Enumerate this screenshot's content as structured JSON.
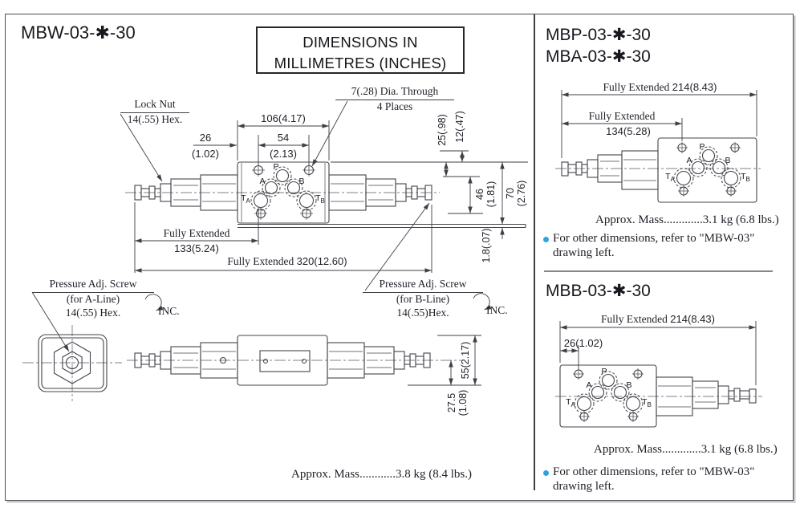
{
  "colors": {
    "accent_blue": "#2fa3dc",
    "line": "#45454c",
    "text": "#1f1f28"
  },
  "units_box": {
    "line1": "DIMENSIONS IN",
    "line2": "MILLIMETRES (INCHES)"
  },
  "ports": {
    "p": "P",
    "a": "A",
    "b": "B",
    "t": "T",
    "ta_sub": "A",
    "tb_sub": "B"
  },
  "mbw": {
    "title": "MBW-03-✱-30",
    "lock_nut": {
      "line1": "Lock Nut",
      "line2": "14(.55) Hex."
    },
    "dia": {
      "line1": "7(.28) Dia. Through",
      "line2": "4 Places"
    },
    "dims": {
      "w106": "106(4.17)",
      "w26": "26",
      "w26_in": "(1.02)",
      "w54": "54",
      "w54_in": "(2.13)",
      "h25": "25(.98)",
      "h12": "12(.47)",
      "h46": "46",
      "h46_in": "(1.81)",
      "h70": "70",
      "h70_in": "(2.76)",
      "h18": "1.8(.07)",
      "fe_label": "Fully Extended",
      "fe133": "133(5.24)",
      "fe320": "320(12.60)",
      "h55": "55(2.17)",
      "h275": "27.5",
      "h275_in": "(1.08)"
    },
    "adj_a": {
      "line1": "Pressure Adj. Screw",
      "line2": "(for A-Line)",
      "line3": "14(.55) Hex."
    },
    "adj_b": {
      "line1": "Pressure Adj. Screw",
      "line2": "(for B-Line)",
      "line3": "14(.55)Hex."
    },
    "inc": "INC.",
    "mass": "Approx. Mass............3.8 kg (8.4 lbs.)"
  },
  "mbp": {
    "title1": "MBP-03-✱-30",
    "title2": "MBA-03-✱-30",
    "fe_label": "Fully Extended",
    "fe214": "214(8.43)",
    "fe134": "134(5.28)",
    "mass": "Approx. Mass.............3.1 kg (6.8 lbs.)",
    "note1": "For other dimensions, refer to \"MBW-03\"",
    "note2": "drawing  left."
  },
  "mbb": {
    "title": "MBB-03-✱-30",
    "fe_label": "Fully Extended",
    "fe214": "214(8.43)",
    "d26": "26(1.02)",
    "mass": "Approx. Mass.............3.1 kg (6.8 lbs.)",
    "note1": "For other dimensions, refer to \"MBW-03\"",
    "note2": "drawing left."
  }
}
